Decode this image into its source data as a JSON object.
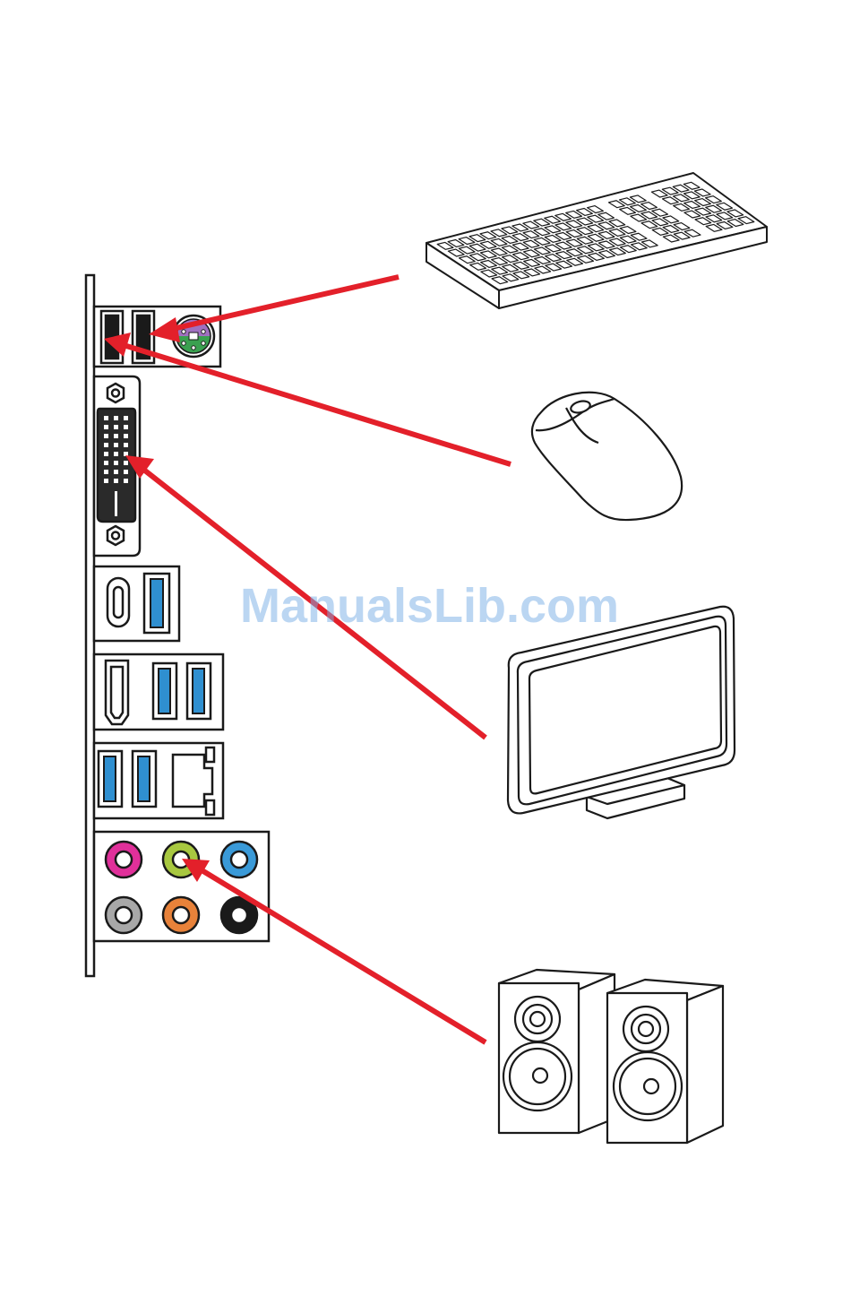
{
  "watermark": {
    "text": "ManualsLib.com"
  },
  "colors": {
    "arrow": "#e3202a",
    "outline": "#1a1a1a",
    "usb_blue": "#2f8fd0",
    "ps2_purple": "#a070c0",
    "ps2_green": "#3aa050",
    "audio_pink": "#e0309a",
    "audio_lime": "#a8c840",
    "audio_blue": "#3a9ad8",
    "audio_gray": "#a8a8a8",
    "audio_orange": "#e8823a",
    "audio_black": "#1a1a1a",
    "watermark": "#7aaee6"
  },
  "connections": [
    {
      "device": "keyboard",
      "port": "ps2-combo-port"
    },
    {
      "device": "mouse",
      "port": "usb-2-port"
    },
    {
      "device": "monitor",
      "port": "dvi-port"
    },
    {
      "device": "speakers",
      "port": "audio-line-out-jack"
    }
  ],
  "audio_jacks": [
    "pink",
    "lime",
    "blue",
    "gray",
    "orange",
    "black"
  ]
}
